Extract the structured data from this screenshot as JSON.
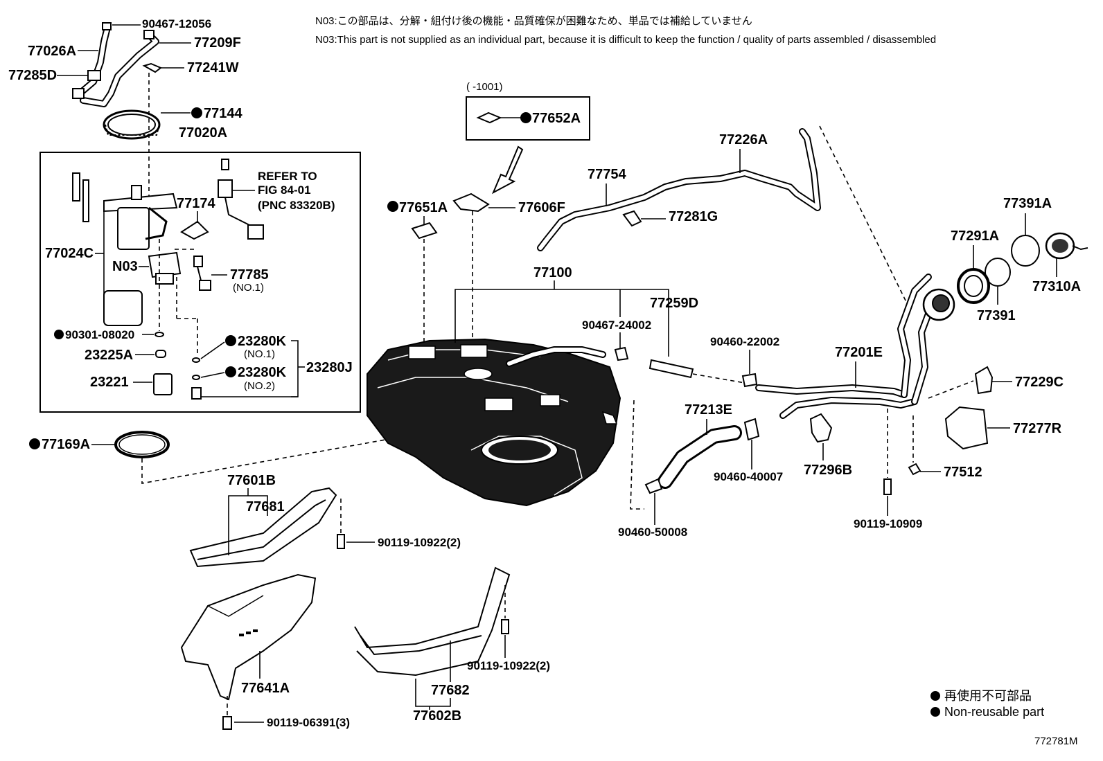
{
  "notes": {
    "jp": "N03:この部品は、分解・組付け後の機能・品質確保が困難なため、単品では補給していません",
    "en": "N03:This part is not supplied as an individual part, because it is difficult to keep the function / quality of parts assembled / disassembled"
  },
  "inset_box": {
    "range_label": "(      -1001)",
    "part": "77652A"
  },
  "refer": {
    "line1": "REFER TO",
    "line2": "FIG 84-01",
    "line3": "(PNC 83320B)"
  },
  "labels": {
    "p90467_12056": "90467-12056",
    "p77026A": "77026A",
    "p77209F": "77209F",
    "p77285D": "77285D",
    "p77241W": "77241W",
    "p77144": "77144",
    "p77020A": "77020A",
    "p77174": "77174",
    "p77024C": "77024C",
    "pN03": "N03",
    "p77785": "77785",
    "p77785_sub": "(NO.1)",
    "p90301_08020": "90301-08020",
    "p23280K_1": "23280K",
    "p23280K_1_sub": "(NO.1)",
    "p23225A": "23225A",
    "p23280K_2": "23280K",
    "p23280K_2_sub": "(NO.2)",
    "p23280J": "23280J",
    "p23221": "23221",
    "p77169A": "77169A",
    "p77651A": "77651A",
    "p77606F": "77606F",
    "p77754": "77754",
    "p77226A": "77226A",
    "p77281G": "77281G",
    "p77100": "77100",
    "p90467_24002": "90467-24002",
    "p77259D": "77259D",
    "p90460_22002": "90460-22002",
    "p77201E": "77201E",
    "p77391A": "77391A",
    "p77291A": "77291A",
    "p77310A": "77310A",
    "p77391": "77391",
    "p77229C": "77229C",
    "p77213E": "77213E",
    "p77277R": "77277R",
    "p77512": "77512",
    "p90460_40007": "90460-40007",
    "p77296B": "77296B",
    "p90460_50008": "90460-50008",
    "p90119_10909": "90119-10909",
    "p77601B": "77601B",
    "p77681": "77681",
    "p90119_10922a": "90119-10922(2)",
    "p77641A": "77641A",
    "p90119_06391": "90119-06391(3)",
    "p90119_10922b": "90119-10922(2)",
    "p77682": "77682",
    "p77602B": "77602B"
  },
  "legend": {
    "jp": "再使用不可部品",
    "en": "Non-reusable part"
  },
  "figure_id": "772781M"
}
